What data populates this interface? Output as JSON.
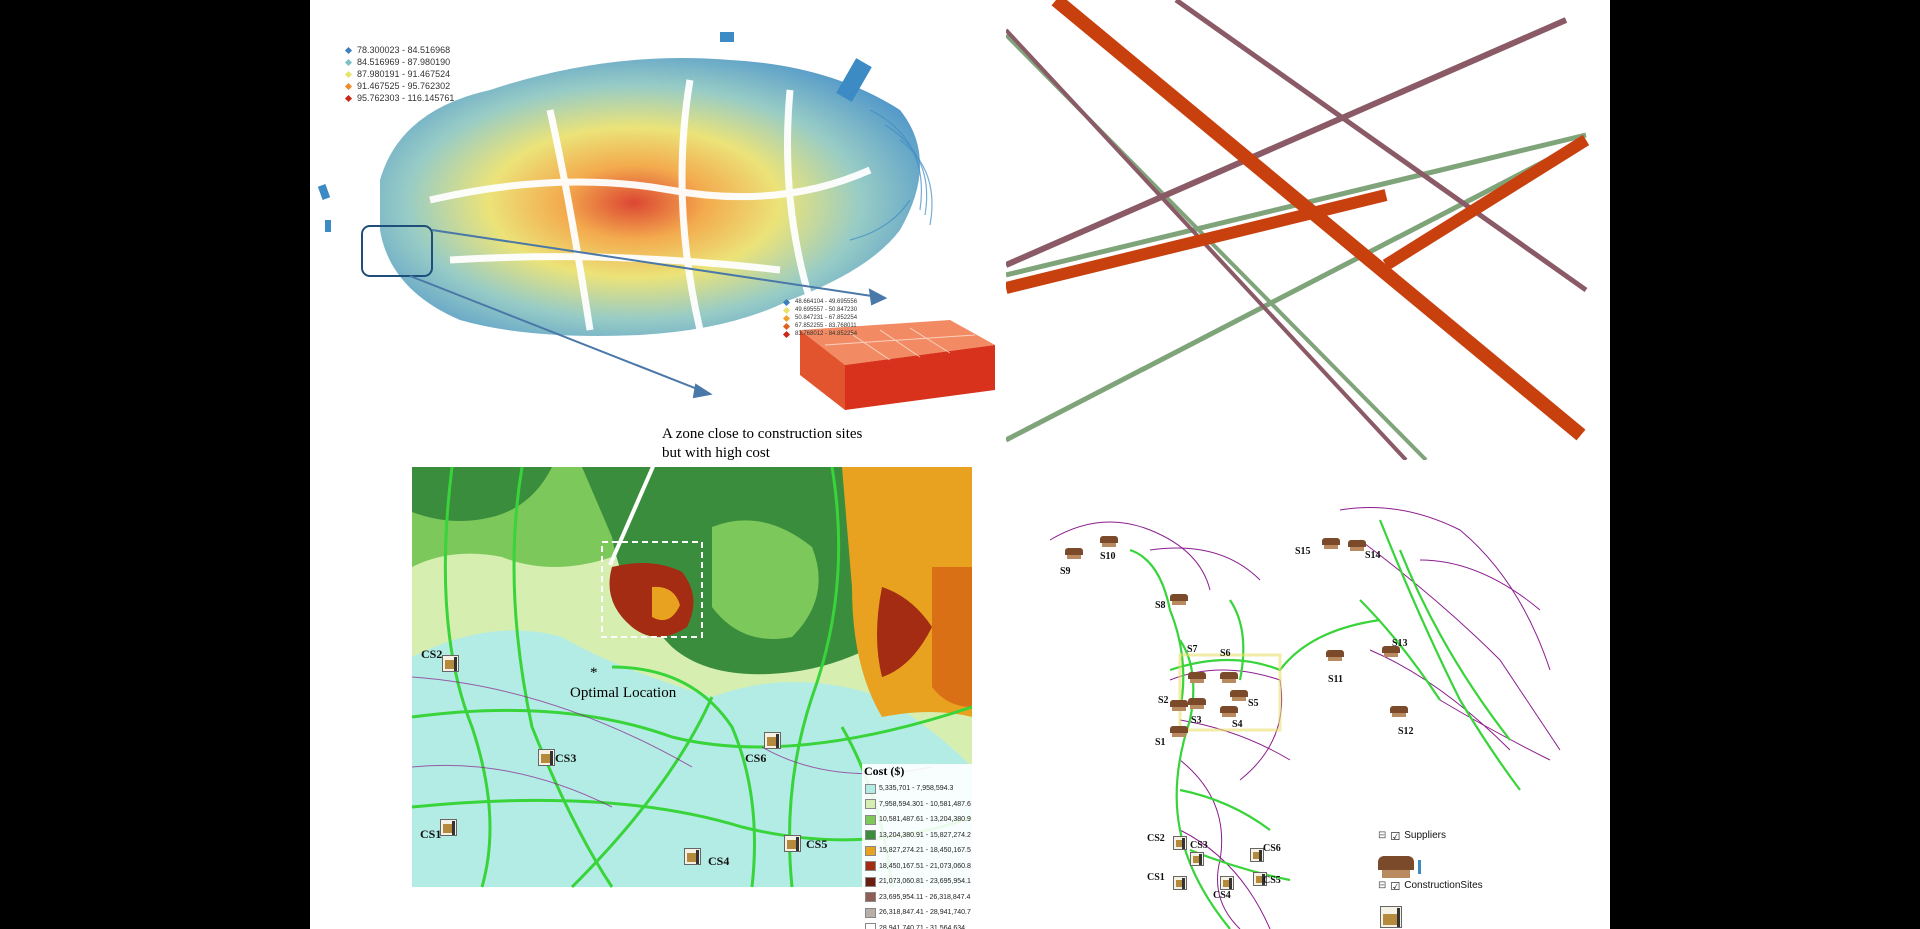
{
  "colors": {
    "blue": "#3d8bc4",
    "teal": "#6fb7c9",
    "yellow": "#e9e06a",
    "orange": "#f2a13a",
    "red": "#d8321c",
    "pipeOrange": "#c9400f",
    "pipeMauve": "#8a5a66",
    "pipeGreen": "#7fa47a",
    "road": "#38d43a",
    "roadPurple": "#8b1e8f",
    "costBase": "#b3ece4"
  },
  "panel_tl": {
    "legend": [
      {
        "label": "78.300023 - 84.516968",
        "color": "#3d7fbf"
      },
      {
        "label": "84.516969 - 87.980190",
        "color": "#7fc0c8"
      },
      {
        "label": "87.980191 - 91.467524",
        "color": "#e8e36a"
      },
      {
        "label": "91.467525 - 95.762302",
        "color": "#f08a2a"
      },
      {
        "label": "95.762303 - 116.145761",
        "color": "#c8281a"
      }
    ],
    "inset_legend": [
      {
        "label": "48.664104 - 49.695556",
        "color": "#3d7fbf"
      },
      {
        "label": "49.695557 - 50.847230",
        "color": "#e8e36a"
      },
      {
        "label": "50.847231 - 67.852254",
        "color": "#f0a030"
      },
      {
        "label": "67.852255 - 83.768011",
        "color": "#e06020"
      },
      {
        "label": "83.768012 - 84.852254",
        "color": "#c8281a"
      }
    ]
  },
  "panel_bl": {
    "annotation": "A zone close to construction sites but with high cost",
    "optimal_marker": "*",
    "optimal_label": "Optimal Location",
    "sites": [
      "CS1",
      "CS2",
      "CS3",
      "CS4",
      "CS5",
      "CS6"
    ],
    "legend_title": "Cost ($)",
    "legend": [
      {
        "label": "5,335,701 - 7,958,594.3",
        "color": "#b3ece4"
      },
      {
        "label": "7,958,594.301 - 10,581,487.6",
        "color": "#d6efb1"
      },
      {
        "label": "10,581,487.61 - 13,204,380.9",
        "color": "#7cc85a"
      },
      {
        "label": "13,204,380.91 - 15,827,274.2",
        "color": "#3a8d3c"
      },
      {
        "label": "15,827,274.21 - 18,450,167.5",
        "color": "#e9a21f"
      },
      {
        "label": "18,450,167.51 - 21,073,060.8",
        "color": "#a32c13"
      },
      {
        "label": "21,073,060.81 - 23,695,954.1",
        "color": "#6b1d12"
      },
      {
        "label": "23,695,954.11 - 26,318,847.4",
        "color": "#8e6055"
      },
      {
        "label": "26,318,847.41 - 28,941,740.7",
        "color": "#b8b0a6"
      },
      {
        "label": "28,941,740.71 - 31,564,634",
        "color": "#ffffff"
      }
    ]
  },
  "panel_br": {
    "suppliers": [
      "S1",
      "S2",
      "S3",
      "S4",
      "S5",
      "S6",
      "S7",
      "S8",
      "S9",
      "S10",
      "S11",
      "S12",
      "S13",
      "S14",
      "S15"
    ],
    "sites": [
      "CS1",
      "CS2",
      "CS3",
      "CS4",
      "CS5",
      "CS6"
    ],
    "layers": [
      {
        "name": "Suppliers",
        "checked": "☑",
        "toggle": "⊟"
      },
      {
        "name": "ConstructionSites",
        "checked": "☑",
        "toggle": "⊟"
      }
    ]
  }
}
